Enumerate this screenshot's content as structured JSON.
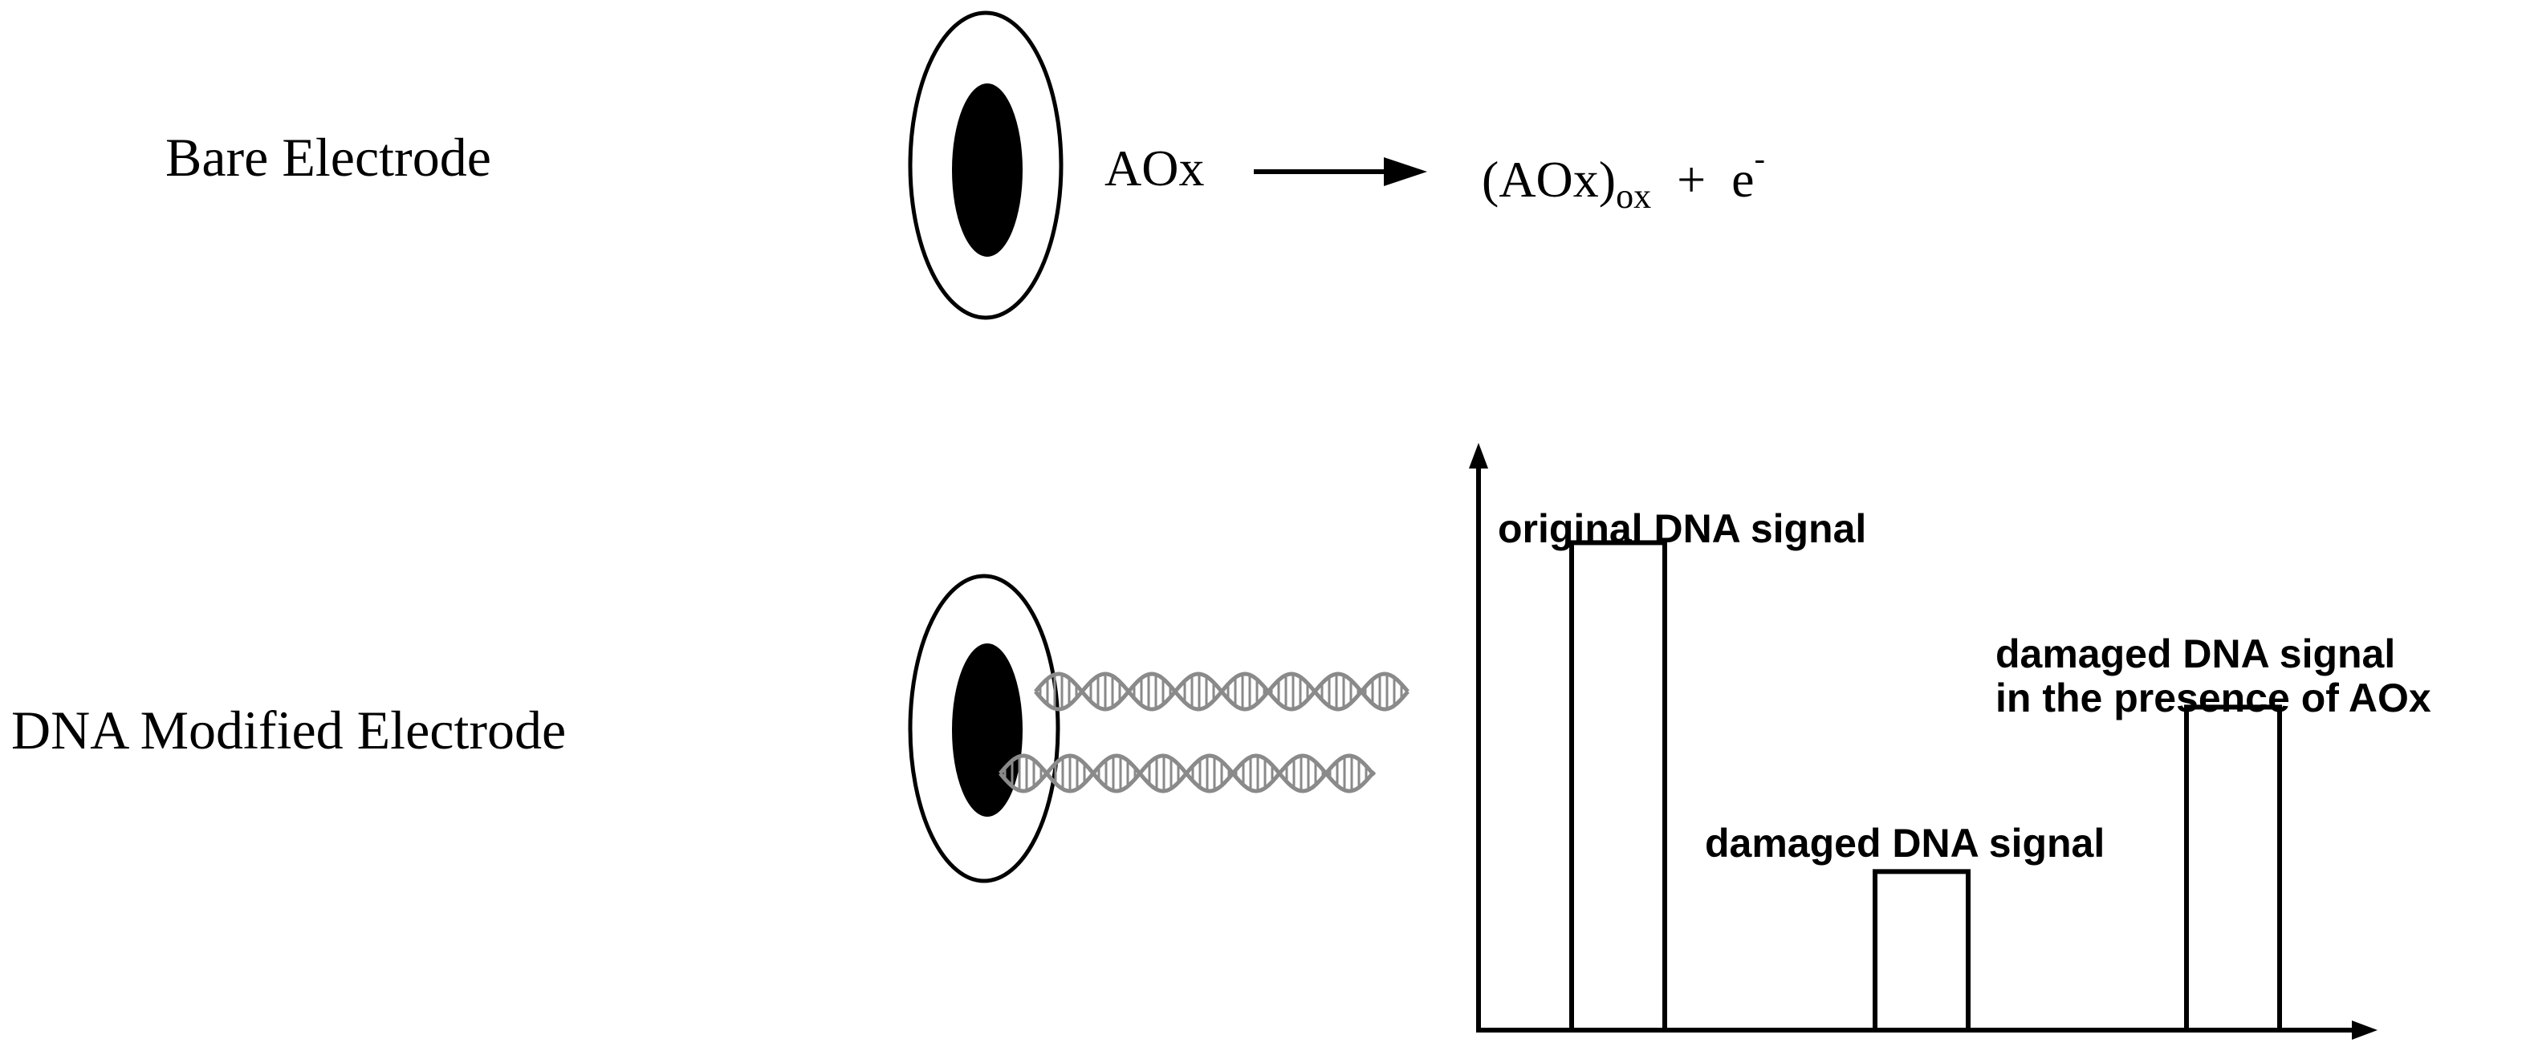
{
  "labels": {
    "bare_electrode": "Bare Electrode",
    "dna_electrode": "DNA Modified Electrode"
  },
  "reaction": {
    "reactant": "AOx",
    "product_base": "(AOx)",
    "product_sub": "ox",
    "plus": "+",
    "electron": "e",
    "electron_sup": "-"
  },
  "chart_data": {
    "type": "bar",
    "categories": [
      "original DNA signal",
      "damaged DNA signal",
      "damaged DNA signal\nin the presence of AOx"
    ],
    "values": [
      0.83,
      0.27,
      0.55
    ],
    "ylim": [
      0,
      1
    ],
    "xlabel": "",
    "ylabel": "",
    "grid": false,
    "title": ""
  },
  "colors": {
    "stroke": "#000000",
    "electrode_core": "#000000",
    "dna_strand": "#8a8a8a"
  },
  "icons": {
    "electrode": "electrode-icon",
    "dna_helix": "dna-helix-icon",
    "arrow": "reaction-arrow-icon"
  }
}
